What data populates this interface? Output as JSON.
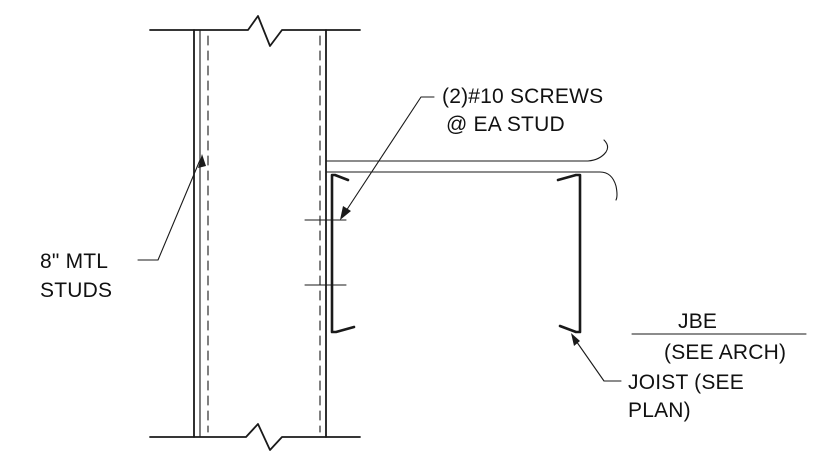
{
  "labels": {
    "screws": {
      "line1": "(2)#10 SCREWS",
      "line2": "@ EA STUD"
    },
    "studs": {
      "line1": "8\" MTL",
      "line2": "STUDS"
    },
    "jbe": {
      "line1": "JBE",
      "line2": "(SEE ARCH)"
    },
    "joist": {
      "line1": "JOIST (SEE",
      "line2": "PLAN)"
    }
  },
  "colors": {
    "ink": "#1a1a1a",
    "paper": "#ffffff"
  }
}
